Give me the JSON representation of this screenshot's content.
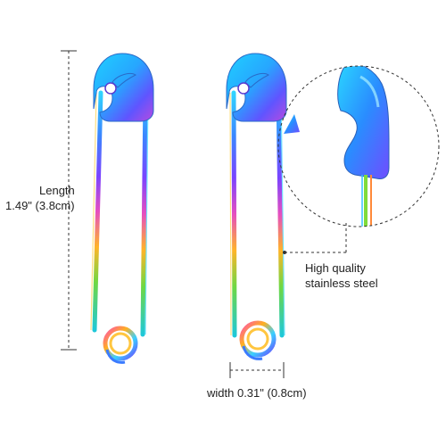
{
  "annotations": {
    "length_label": "Length",
    "length_value": "1.49\" (3.8cm)",
    "material_line1": "High quality",
    "material_line2": "stainless steel",
    "width_label": "width 0.31\" (0.8cm)"
  },
  "colors": {
    "background": "#ffffff",
    "dimension_line": "#333333",
    "finish_rainbow": [
      "#2fd3ff",
      "#3a7bff",
      "#8a3cff",
      "#ff4fb0",
      "#ffb020",
      "#7fdc3a",
      "#1fd0c8"
    ]
  },
  "items": [
    {
      "name": "safety pin (left)"
    },
    {
      "name": "safety pin (right)"
    },
    {
      "name": "magnified head detail"
    }
  ]
}
